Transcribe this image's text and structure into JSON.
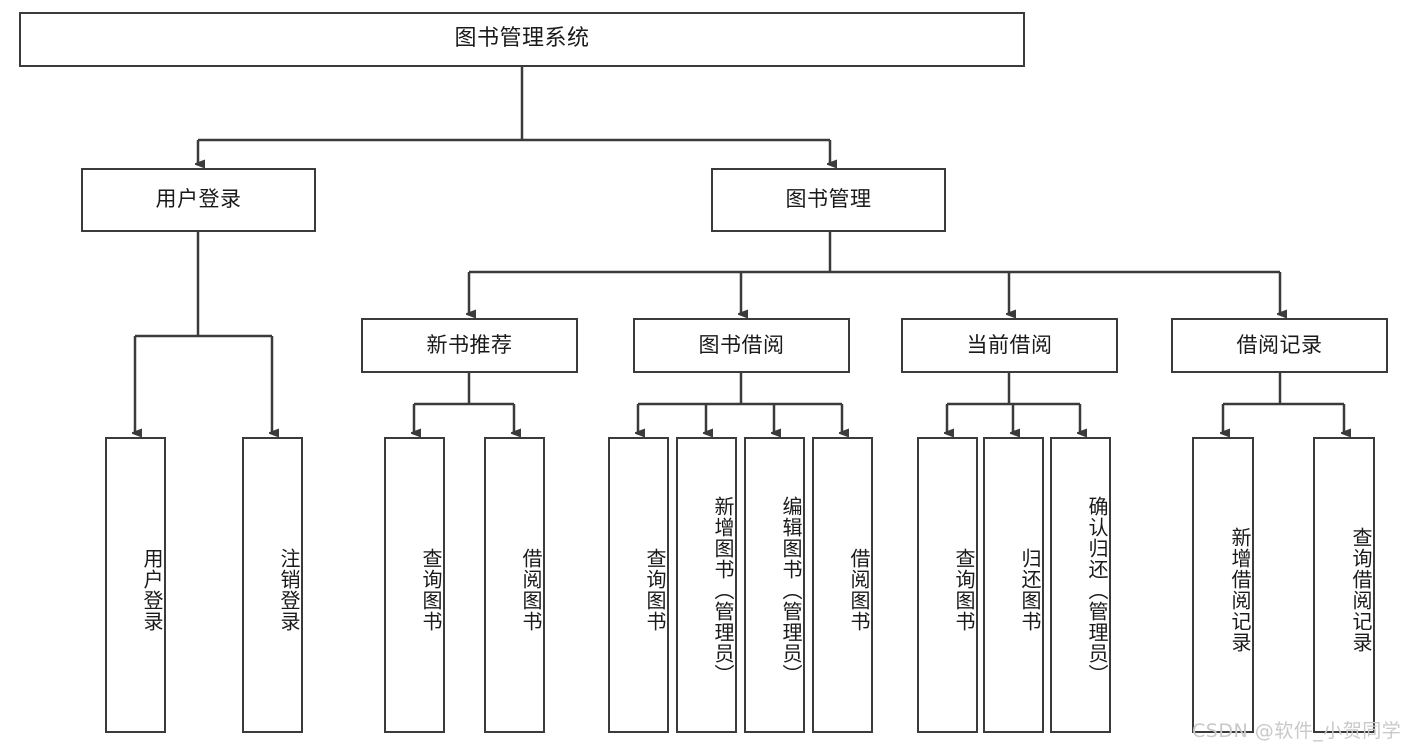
{
  "diagram": {
    "type": "hierarchy-tree",
    "title": "图书管理系统",
    "root": {
      "label": "图书管理系统"
    },
    "level2": [
      {
        "label": "用户登录"
      },
      {
        "label": "图书管理"
      }
    ],
    "level3": [
      {
        "label": "新书推荐"
      },
      {
        "label": "图书借阅"
      },
      {
        "label": "当前借阅"
      },
      {
        "label": "借阅记录"
      }
    ],
    "leaves": {
      "user_login": [
        {
          "label": "用户登录"
        },
        {
          "label": "注销登录"
        }
      ],
      "new_book_recommend": [
        {
          "label": "查询图书"
        },
        {
          "label": "借阅图书"
        }
      ],
      "book_borrow": [
        {
          "label": "查询图书"
        },
        {
          "label": "新增图书（管理员）"
        },
        {
          "label": "编辑图书（管理员）"
        },
        {
          "label": "借阅图书"
        }
      ],
      "current_borrow": [
        {
          "label": "查询图书"
        },
        {
          "label": "归还图书"
        },
        {
          "label": "确认归还（管理员）"
        }
      ],
      "borrow_record": [
        {
          "label": "新增借阅记录"
        },
        {
          "label": "查询借阅记录"
        }
      ]
    }
  },
  "watermark": {
    "text": "CSDN @软件_小贺同学"
  },
  "colors": {
    "border": "#3b3b3b",
    "text": "#1a1a1a",
    "background": "#ffffff",
    "watermark": "#c9c9c9"
  }
}
